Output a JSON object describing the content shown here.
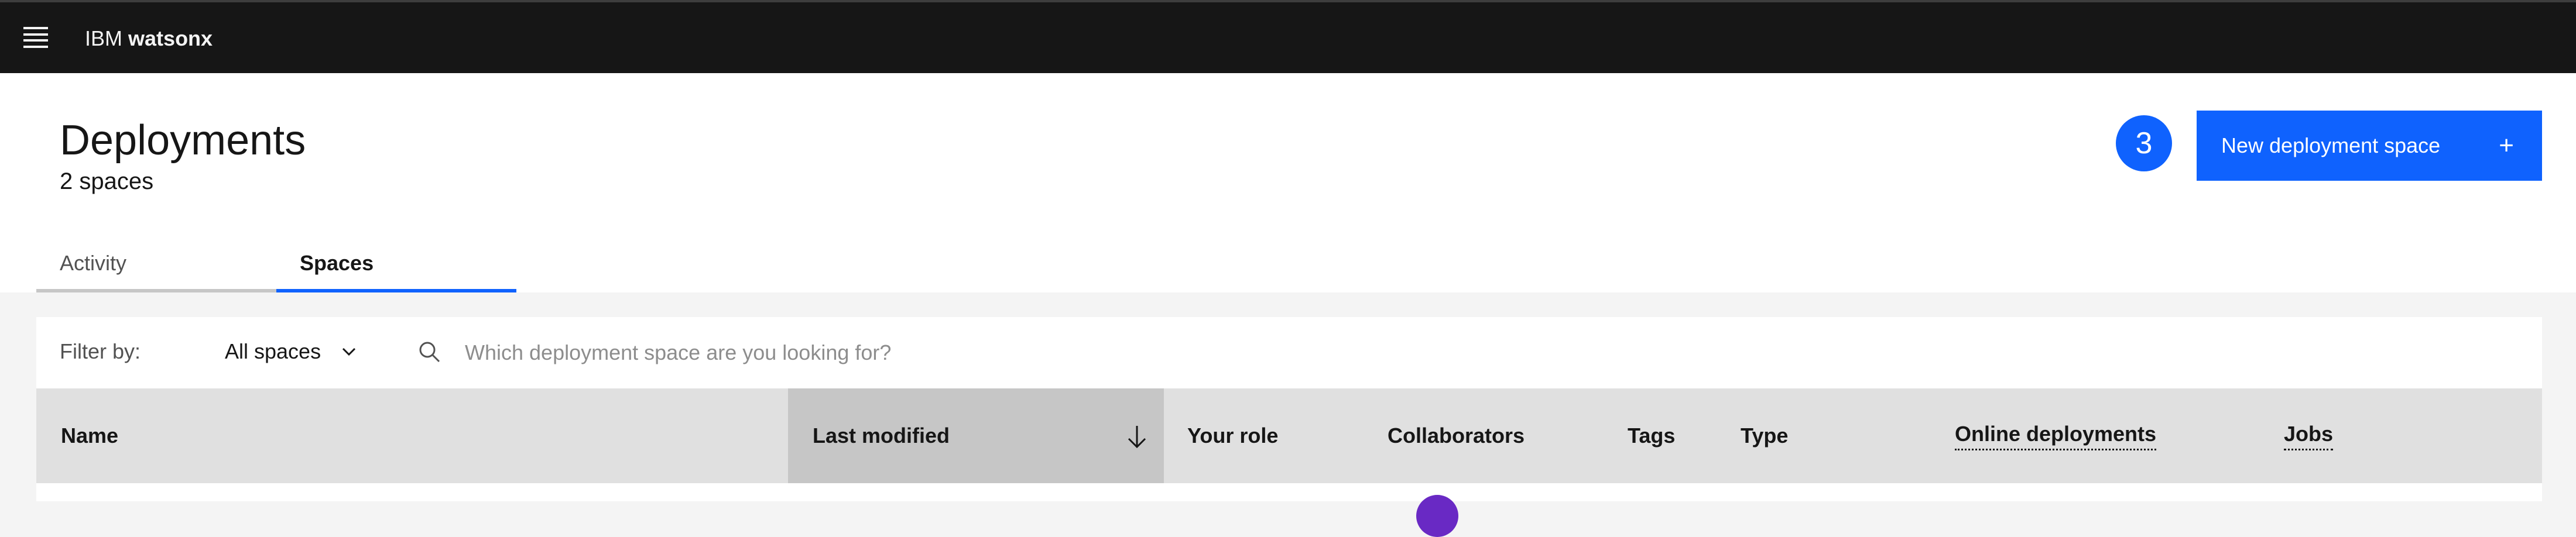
{
  "topbar": {
    "brand_prefix": "IBM",
    "brand_product": "watsonx"
  },
  "header": {
    "title": "Deployments",
    "subtitle": "2 spaces",
    "step_badge": "3",
    "new_space_label": "New deployment space",
    "plus_glyph": "+"
  },
  "tabs": [
    {
      "label": "Activity",
      "selected": false
    },
    {
      "label": "Spaces",
      "selected": true
    }
  ],
  "filter": {
    "label": "Filter by:",
    "selected_option": "All spaces",
    "search_placeholder": "Which deployment space are you looking for?"
  },
  "table": {
    "columns": [
      {
        "label": "Name"
      },
      {
        "label": "Last modified",
        "sorted": "descending"
      },
      {
        "label": "Your role"
      },
      {
        "label": "Collaborators"
      },
      {
        "label": "Tags"
      },
      {
        "label": "Type"
      },
      {
        "label": "Online deployments"
      },
      {
        "label": "Jobs"
      }
    ]
  },
  "colors": {
    "primary": "#0f62fe",
    "topbar": "#161616",
    "avatar": "#6929c4"
  }
}
